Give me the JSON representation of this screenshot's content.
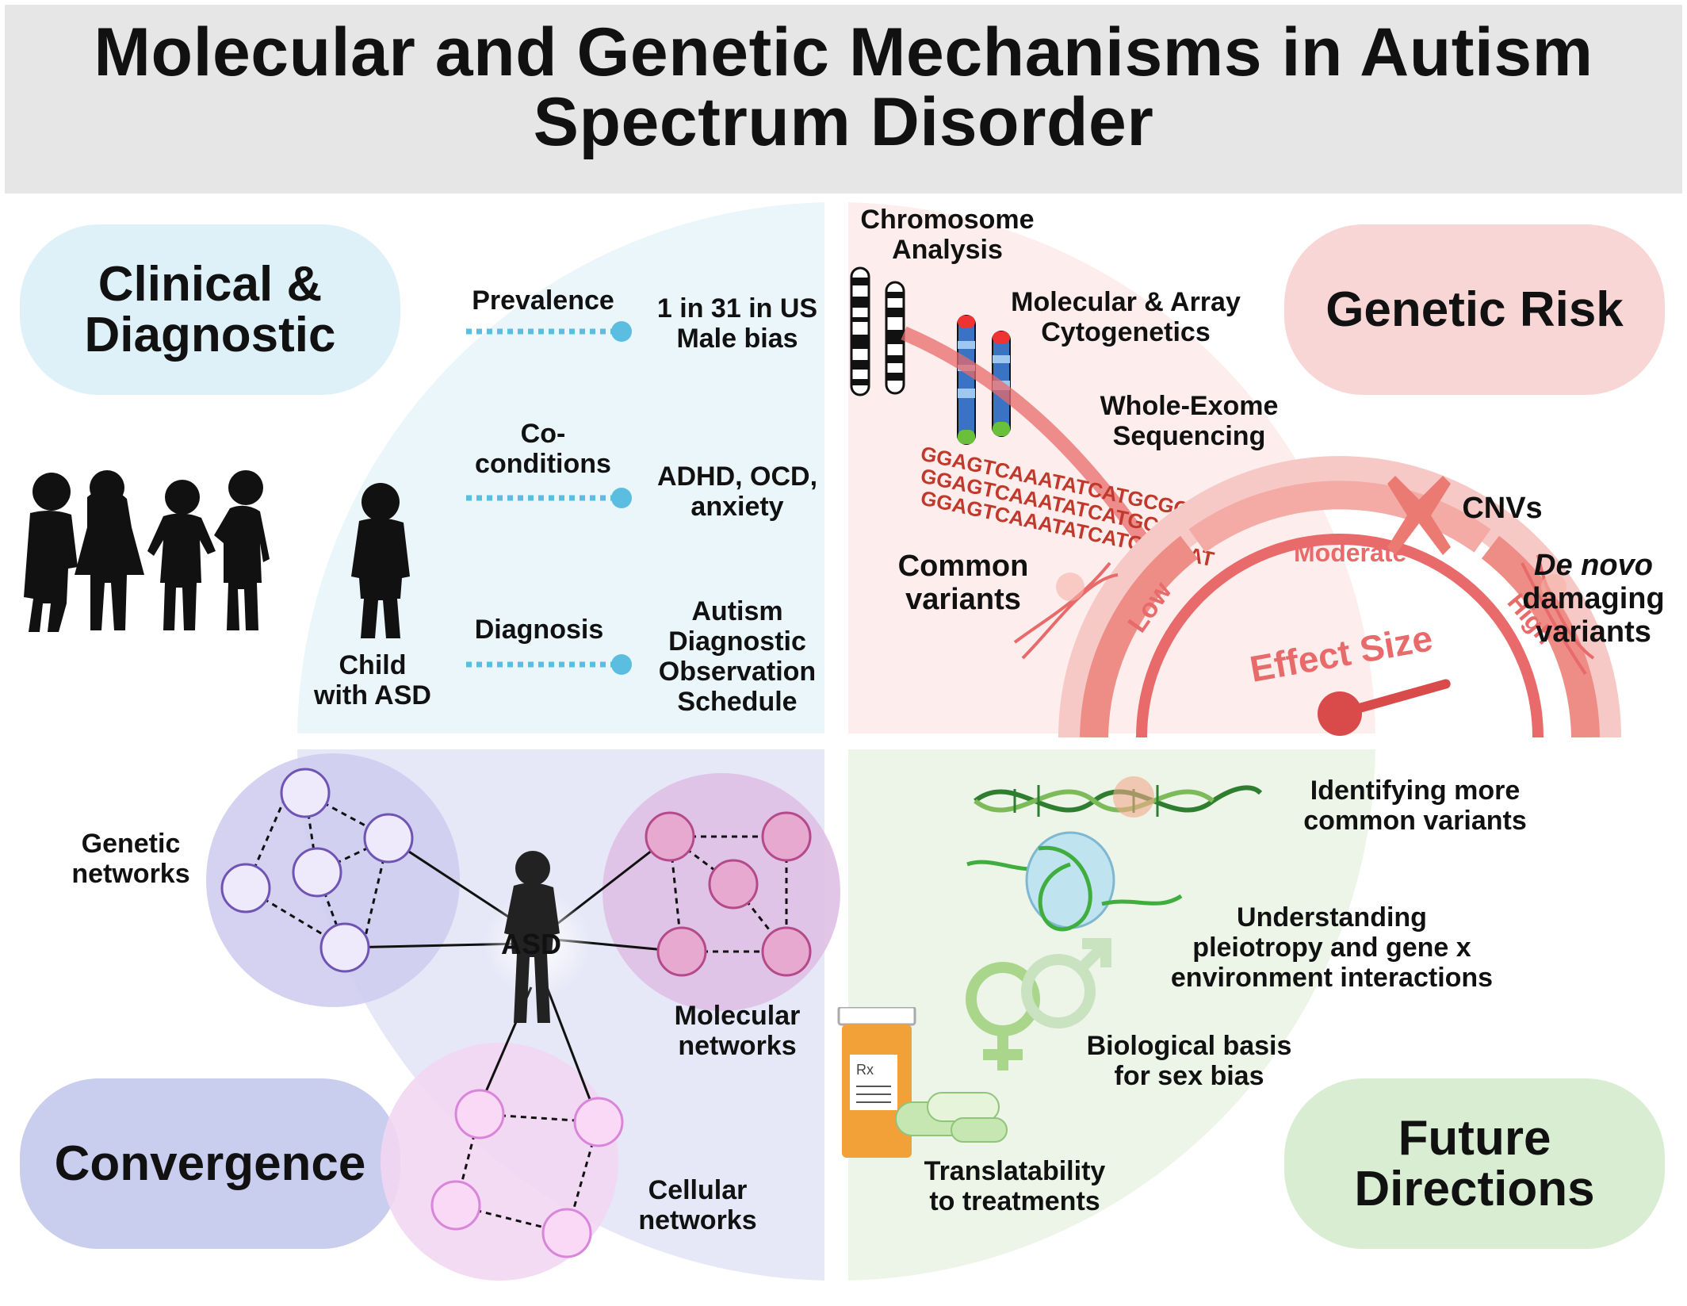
{
  "title": "Molecular and Genetic Mechanisms in Autism Spectrum Disorder",
  "quadrants": {
    "clinical": {
      "heading_line1": "Clinical &",
      "heading_line2": "Diagnostic",
      "child_label_line1": "Child",
      "child_label_line2": "with ASD",
      "rows": [
        {
          "label_line1": "Prevalence",
          "label_line2": "",
          "value_lines": [
            "1 in 31 in US",
            "Male bias"
          ]
        },
        {
          "label_line1": "Co-",
          "label_line2": "conditions",
          "value_lines": [
            "ADHD, OCD,",
            "anxiety"
          ]
        },
        {
          "label_line1": "Diagnosis",
          "label_line2": "",
          "value_lines": [
            "Autism",
            "Diagnostic",
            "Observation",
            "Schedule"
          ]
        }
      ]
    },
    "genetic": {
      "heading": "Genetic Risk",
      "methods": {
        "chromosome": [
          "Chromosome",
          "Analysis"
        ],
        "array": [
          "Molecular & Array",
          "Cytogenetics"
        ],
        "exome": [
          "Whole-Exome",
          "Sequencing"
        ]
      },
      "sequence_text": "GGAGTCAAATATCATGCGCAT",
      "common_variants": [
        "Common",
        "variants"
      ],
      "cnvs": "CNVs",
      "de_novo": [
        "De novo",
        "damaging",
        "variants"
      ],
      "gauge": {
        "low": "Low",
        "moderate": "Moderate",
        "high": "High",
        "label": "Effect Size",
        "needle_level": 0.85
      }
    },
    "convergence": {
      "heading": "Convergence",
      "center": "ASD",
      "genetic_networks": [
        "Genetic",
        "networks"
      ],
      "molecular_networks": [
        "Molecular",
        "networks"
      ],
      "cellular_networks": [
        "Cellular",
        "networks"
      ]
    },
    "future": {
      "heading_line1": "Future",
      "heading_line2": "Directions",
      "items": {
        "variants": [
          "Identifying more",
          "common variants"
        ],
        "pleiotropy": [
          "Understanding",
          "pleiotropy and gene x",
          "environment interactions"
        ],
        "sex_bias": [
          "Biological basis",
          "for sex bias"
        ],
        "treatments": [
          "Translatability",
          "to treatments"
        ]
      },
      "rx": "Rx"
    }
  },
  "colors": {
    "clinical_bg": "#eef8fb",
    "clinical_pill": "#dff1f8",
    "genetic_bg": "#fdf1f0",
    "genetic_pill": "#f9d6d6",
    "convergence_bg": "#e9e9f8",
    "convergence_pill": "#c9cdee",
    "future_bg": "#eef6ea",
    "future_pill": "#d9edd3",
    "accent_blue": "#5bbde0",
    "accent_red": "#e86a6a",
    "purple": "#6f54b4",
    "magenta": "#b44a8a",
    "pink": "#d985d9"
  }
}
